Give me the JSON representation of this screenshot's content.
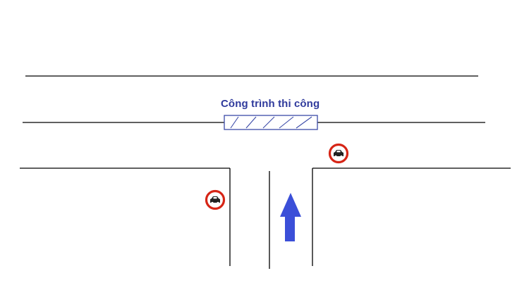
{
  "diagram": {
    "construction_label": "Công trình thi công",
    "construction_label_color": "#2f3a9c",
    "line_color": "#000000",
    "hatch_box_color": "#3b4aa8",
    "arrow_color": "#3b4fd8",
    "arrow_direction": "up",
    "sign_type": "no-cars-prohibition-sign",
    "sign_ring_color": "#d62516",
    "sign_icon_color": "#222222",
    "sign_count": 2
  }
}
